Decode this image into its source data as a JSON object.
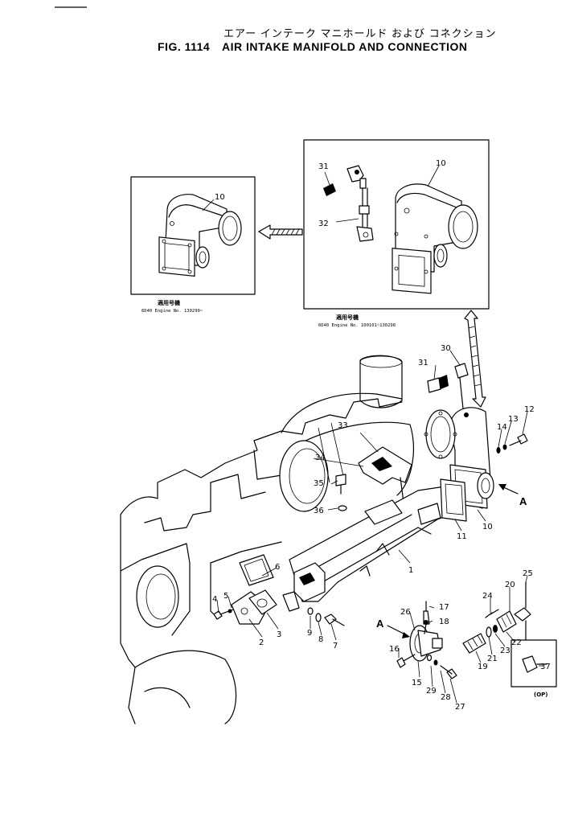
{
  "title": {
    "japanese": "エアー インテーク マニホールド および コネクション",
    "figure_number": "FIG. 1114",
    "english": "AIR INTAKE MANIFOLD AND CONNECTION"
  },
  "insets": {
    "left": {
      "callout": "10",
      "applicability_label": "適用号機",
      "applicability_text": "6D40 Engine No. 130299~"
    },
    "right": {
      "callouts": [
        "31",
        "10",
        "32"
      ],
      "applicability_label": "適用号機",
      "applicability_text": "6D40 Engine No. 100101~130298"
    }
  },
  "callouts": [
    "1",
    "2",
    "3",
    "4",
    "5",
    "6",
    "7",
    "8",
    "9",
    "10",
    "11",
    "12",
    "13",
    "14",
    "15",
    "16",
    "17",
    "18",
    "19",
    "20",
    "21",
    "22",
    "23",
    "24",
    "25",
    "26",
    "27",
    "28",
    "29",
    "30",
    "31",
    "33",
    "34",
    "35",
    "36",
    "37"
  ],
  "view_marks": {
    "a_right": "A",
    "a_left": "A"
  },
  "option_box": {
    "callout": "37",
    "label": "(OP)"
  }
}
